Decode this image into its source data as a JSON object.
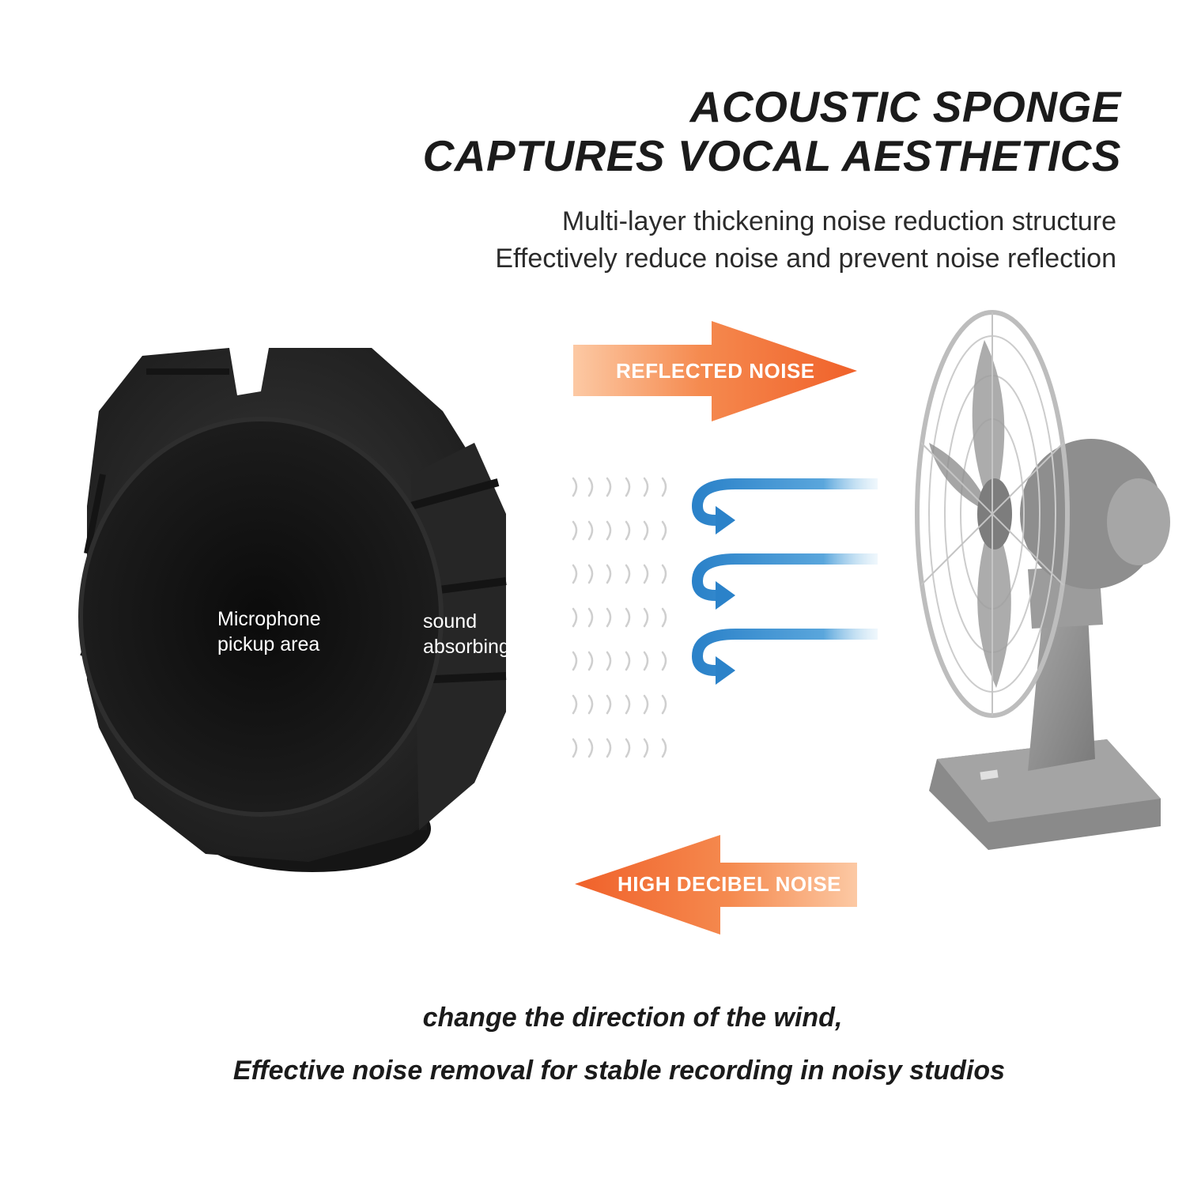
{
  "headline": {
    "line1": "ACOUSTIC SPONGE",
    "line2": "CAPTURES VOCAL AESTHETICS"
  },
  "subline": {
    "line1": "Multi-layer thickening noise reduction structure",
    "line2": "Effectively reduce noise and prevent noise reflection"
  },
  "arrows": {
    "reflected_label": "REFLECTED NOISE",
    "high_decibel_label": "HIGH DECIBEL NOISE"
  },
  "sponge": {
    "pickup_line1": "Microphone",
    "pickup_line2": "pickup area",
    "absorb_line1": "sound",
    "absorb_line2": "absorbing"
  },
  "footer": {
    "line1": "change the direction of the wind,",
    "line2": "Effective noise removal for stable recording in noisy studios"
  },
  "colors": {
    "orange_dark": "#f26a2e",
    "orange_light": "#fcc9a4",
    "blue": "#2b82c9",
    "foam": "#2a2a2a",
    "foam_inner": "#111111",
    "fan_gray": "#9a9a9a"
  }
}
